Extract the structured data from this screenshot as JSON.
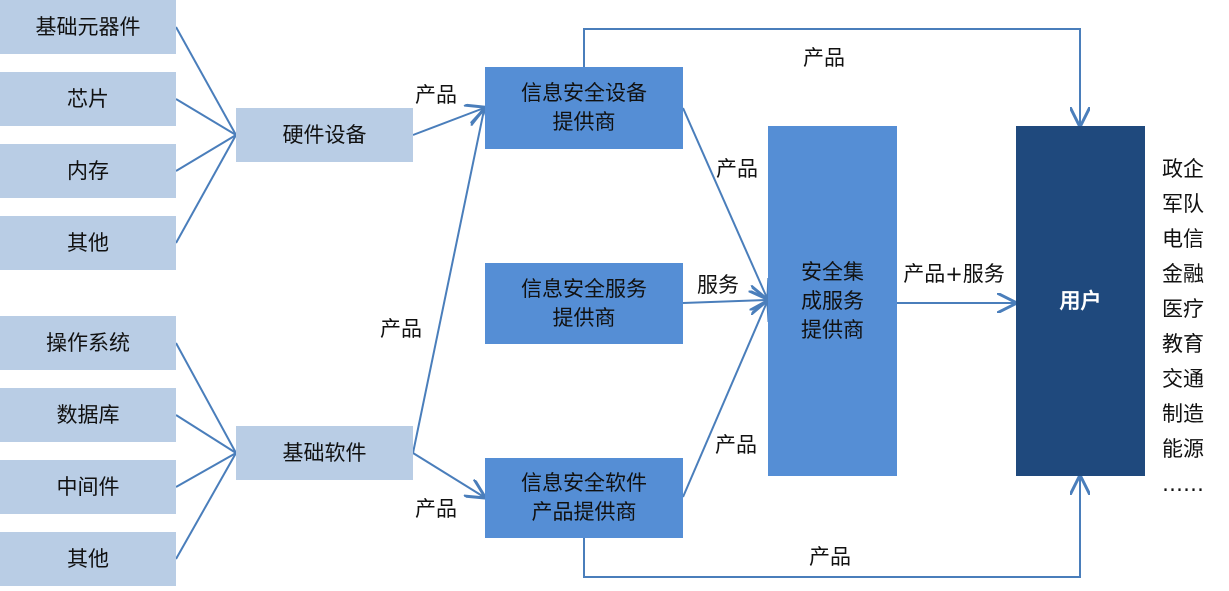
{
  "components": {
    "hardware_inputs": [
      "基础元器件",
      "芯片",
      "内存",
      "其他"
    ],
    "software_inputs": [
      "操作系统",
      "数据库",
      "中间件",
      "其他"
    ]
  },
  "hardware": "硬件设备",
  "software": "基础软件",
  "providers": {
    "device": "信息安全设备\n提供商",
    "service": "信息安全服务\n提供商",
    "software": "信息安全软件\n产品提供商"
  },
  "integrator": "安全集\n成服务\n提供商",
  "user": "用户",
  "labels": {
    "product": "产品",
    "service": "服务",
    "product_service": "产品+服务"
  },
  "user_sectors": [
    "政企",
    "军队",
    "电信",
    "金融",
    "医疗",
    "教育",
    "交通",
    "制造",
    "能源",
    "……"
  ]
}
